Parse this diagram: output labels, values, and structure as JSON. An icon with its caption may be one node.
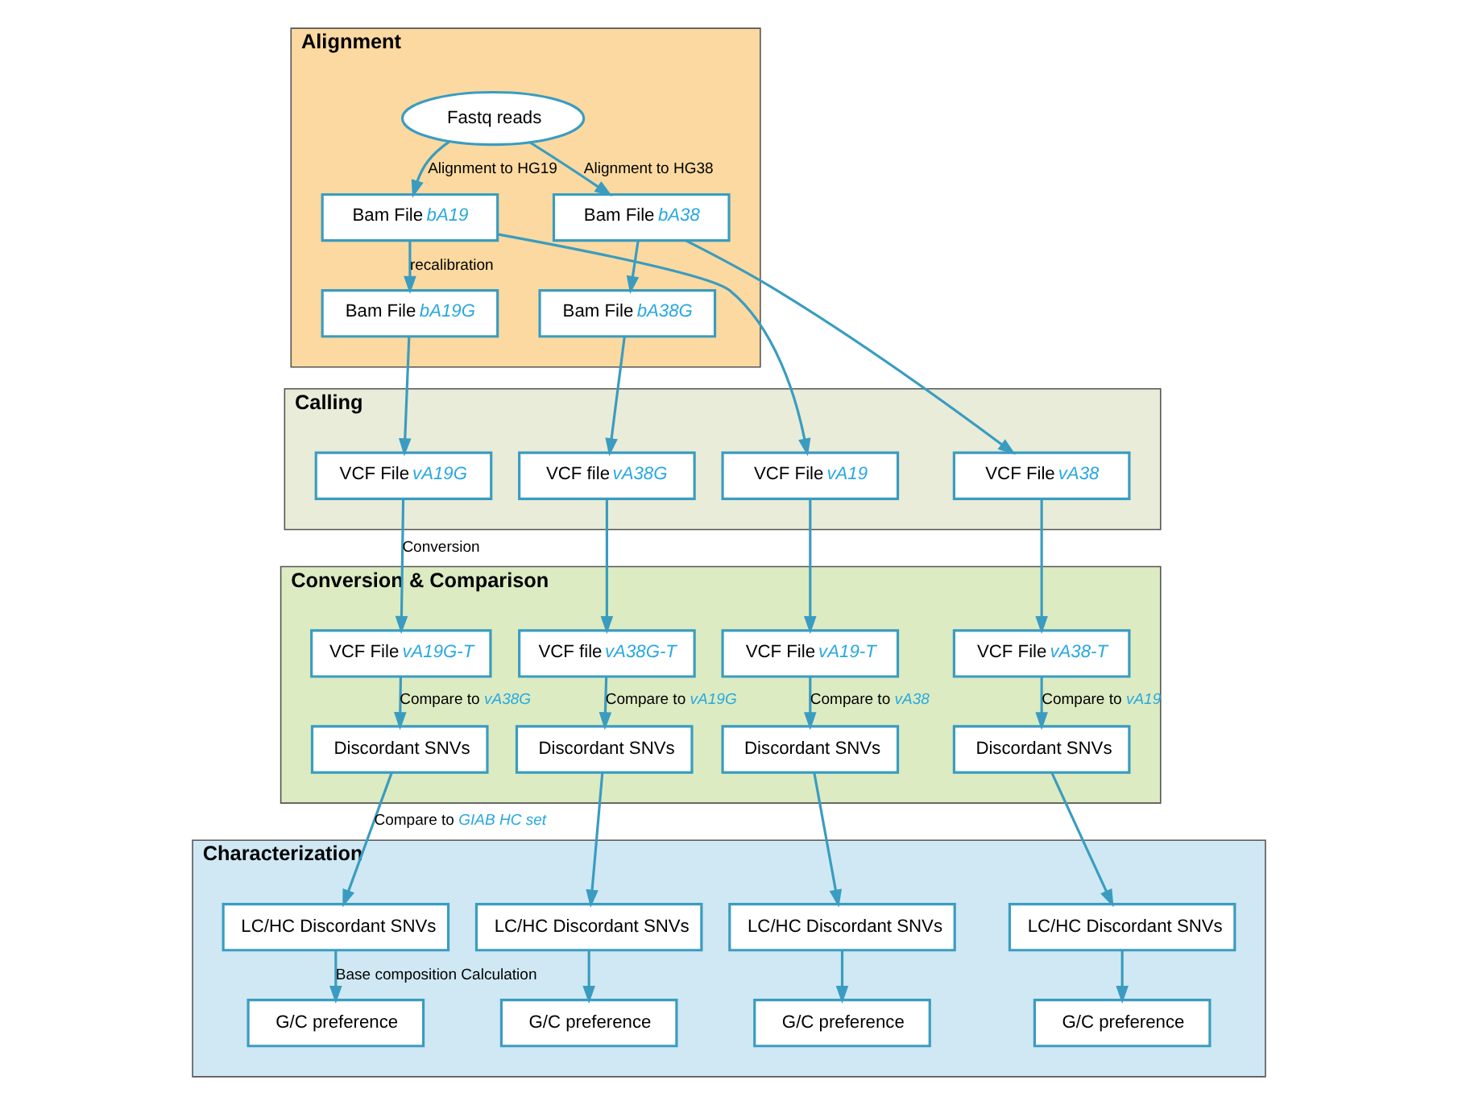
{
  "diagram": {
    "nodes": [
      {
        "text": [
          "Alignment"
        ]
      },
      {
        "text": [
          "Fastq reads"
        ],
        "in": 0
      },
      {
        "text": [
          "Bam File *bA19*"
        ],
        "in": 0
      },
      {
        "text": [
          "Bam File *bA38*"
        ],
        "in": 0
      },
      {
        "text": [
          "Bam File *bA19G*"
        ],
        "in": 0
      },
      {
        "text": [
          "Bam File *bA38G*"
        ],
        "in": 0
      },
      {
        "text": [
          "Calling"
        ]
      },
      {
        "text": [
          "VCF File *vA19G*"
        ],
        "in": 6
      },
      {
        "text": [
          "VCF File *vA19*"
        ],
        "in": 6
      },
      {
        "text": [
          "VCF File *vA38*"
        ],
        "in": 6
      },
      {
        "text": [
          "VCF file *vA38G*"
        ],
        "in": 6
      },
      {
        "text": [
          "Conversion & Comparison"
        ]
      },
      {
        "text": [
          "VCF File *vA19G-T*"
        ],
        "in": 11
      },
      {
        "text": [
          "VCF File *vA19-T*"
        ],
        "in": 11
      },
      {
        "text": [
          "VCF File *vA38-T*"
        ],
        "in": 11
      },
      {
        "text": [
          "VCF file *vA38G-T*"
        ],
        "in": 11
      },
      {
        "text": [
          "Discordant SNVs"
        ],
        "in": 11
      },
      {
        "text": [
          "Discordant SNVs"
        ],
        "in": 11
      },
      {
        "text": [
          "Discordant SNVs"
        ],
        "in": 11
      },
      {
        "text": [
          "Discordant SNVs"
        ],
        "in": 11
      },
      {
        "text": [
          "Characterization"
        ]
      },
      {
        "text": [
          "LC/HC Discordant SNVs"
        ],
        "in": 20
      },
      {
        "text": [
          "LC/HC Discordant SNVs"
        ],
        "in": 20
      },
      {
        "text": [
          "LC/HC Discordant SNVs"
        ],
        "in": 20
      },
      {
        "text": [
          "LC/HC Discordant SNVs"
        ],
        "in": 20
      },
      {
        "text": [
          "G/C preference"
        ],
        "in": 20
      },
      {
        "text": [
          "G/C preference"
        ],
        "in": 20
      },
      {
        "text": [
          "G/C preference"
        ],
        "in": 20
      },
      {
        "text": [
          "G/C preference"
        ],
        "in": 20
      }
    ],
    "edges": [
      {
        "from": 1,
        "to": 2,
        "arrow": "to",
        "label": "Alignment to HG19"
      },
      {
        "from": 1,
        "to": 3,
        "arrow": "to",
        "label": "Alignment to HG38"
      },
      {
        "from": 2,
        "to": 4,
        "arrow": "to",
        "label": "recalibration"
      },
      {
        "from": 2,
        "to": 8,
        "arrow": "to"
      },
      {
        "from": 3,
        "to": 9,
        "arrow": "to"
      },
      {
        "from": 3,
        "to": 5,
        "arrow": "to"
      },
      {
        "from": 4,
        "to": 7,
        "arrow": "to"
      },
      {
        "from": 5,
        "to": 10,
        "arrow": "to"
      },
      {
        "from": 7,
        "to": 12,
        "arrow": "to",
        "label": "Conversion"
      },
      {
        "from": 8,
        "to": 13,
        "arrow": "to"
      },
      {
        "from": 9,
        "to": 14,
        "arrow": "to"
      },
      {
        "from": 10,
        "to": 15,
        "arrow": "to"
      },
      {
        "from": 12,
        "to": 16,
        "arrow": "to",
        "label": "Compare to *vA38G*"
      },
      {
        "from": 13,
        "to": 17,
        "arrow": "to",
        "label": "Compare to *vA38*"
      },
      {
        "from": 14,
        "to": 18,
        "arrow": "to",
        "label": "Compare to *vA19*"
      },
      {
        "from": 15,
        "to": 19,
        "arrow": "to",
        "label": "Compare to *vA19G*"
      },
      {
        "from": 16,
        "to": 21,
        "arrow": "to",
        "label": "Compare to *GIAB HC set*"
      },
      {
        "from": 17,
        "to": 22,
        "arrow": "to"
      },
      {
        "from": 18,
        "to": 23,
        "arrow": "to"
      },
      {
        "from": 19,
        "to": 24,
        "arrow": "to"
      },
      {
        "from": 21,
        "to": 25,
        "arrow": "to",
        "label": "Base composition Calculation"
      },
      {
        "from": 22,
        "to": 26,
        "arrow": "to"
      },
      {
        "from": 23,
        "to": 27,
        "arrow": "to"
      },
      {
        "from": 24,
        "to": 28,
        "arrow": "to"
      }
    ]
  }
}
